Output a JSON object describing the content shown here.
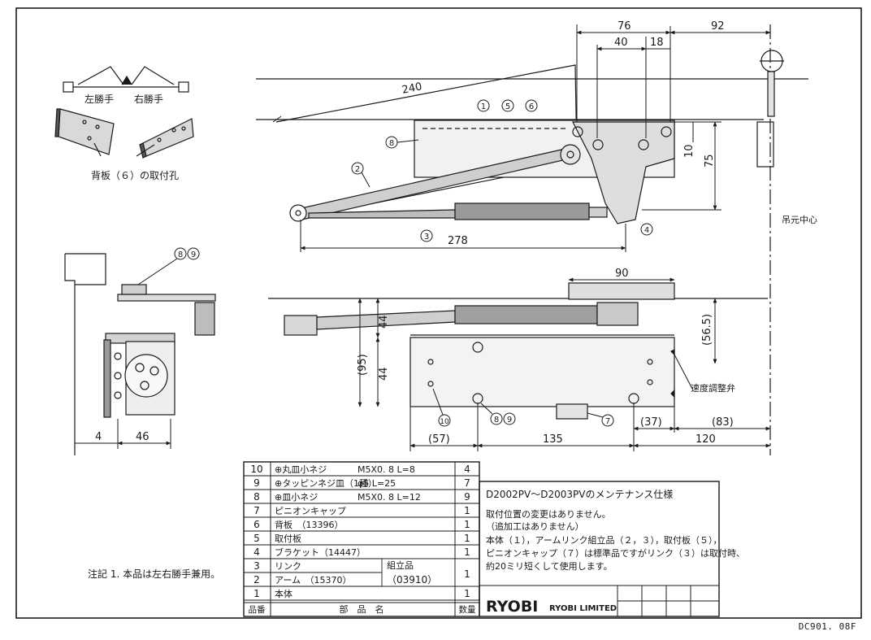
{
  "sheet": {
    "doc_code": "DC901. 08F",
    "note": "注記  1. 本品は左右勝手兼用。",
    "company_logo": "RYOBI",
    "company_name": "RYOBI LIMITED"
  },
  "hand_diagram": {
    "left_hand": "左勝手",
    "right_hand": "右勝手",
    "back_plate_holes": "背板（６）の取付孔"
  },
  "dimensions": {
    "d76": "76",
    "d40": "40",
    "d18": "18",
    "d92": "92",
    "d240": "240",
    "d278": "278",
    "d10": "10",
    "d75": "75",
    "d4": "4",
    "d46": "46",
    "d90": "90",
    "d44a": "44",
    "d44b": "44",
    "d95": "(95)",
    "d56_5": "(56.5)",
    "d37": "(37)",
    "d83": "(83)",
    "d57": "(57)",
    "d135": "135",
    "d120": "120"
  },
  "labels": {
    "hinge_center": "吊元中心",
    "speed_valve": "速度調整弁"
  },
  "balloons": {
    "b1": "1",
    "b2": "2",
    "b3": "3",
    "b4": "4",
    "b5": "5",
    "b6": "6",
    "b7": "7",
    "b8": "8",
    "b9": "9",
    "b10": "10"
  },
  "parts_table": {
    "footer": {
      "no": "品番",
      "name": "部　品　名",
      "qty": "数量"
    },
    "rows": [
      {
        "no": "10",
        "name": "⊕丸皿小ネジ",
        "spec": "M5X0. 8  L=8",
        "qty": "4"
      },
      {
        "no": "9",
        "name": "⊕タッピンネジ皿（1種）",
        "spec": "φ5  L=25",
        "qty": "7"
      },
      {
        "no": "8",
        "name": "⊕皿小ネジ",
        "spec": "M5X0. 8  L=12",
        "qty": "9"
      },
      {
        "no": "7",
        "name": "ピニオンキャップ",
        "spec": "",
        "qty": "1"
      },
      {
        "no": "6",
        "name": "背板　（13396）",
        "spec": "",
        "qty": "1"
      },
      {
        "no": "5",
        "name": "取付板",
        "spec": "",
        "qty": "1"
      },
      {
        "no": "4",
        "name": "ブラケット（14447）",
        "spec": "",
        "qty": "1"
      },
      {
        "no": "3",
        "name": "リンク",
        "spec": "",
        "qty": ""
      },
      {
        "no": "2",
        "name": "アーム　（15370）",
        "spec": "",
        "qty": ""
      },
      {
        "no": "1",
        "name": "本体",
        "spec": "",
        "qty": "1"
      }
    ],
    "assembly": {
      "label": "組立品",
      "code": "（03910）",
      "qty": "1"
    }
  },
  "maintenance": {
    "title": "D2002PV～D2003PVのメンテナンス仕様",
    "lines": [
      "取付位置の変更はありません。",
      "（追加工はありません）",
      "本体（１），アームリンク組立品（２，３），取付板（５），",
      "ピニオンキャップ（７）は標準品ですがリンク（３）は取付時、",
      "約20ミリ短くして使用します。"
    ]
  }
}
